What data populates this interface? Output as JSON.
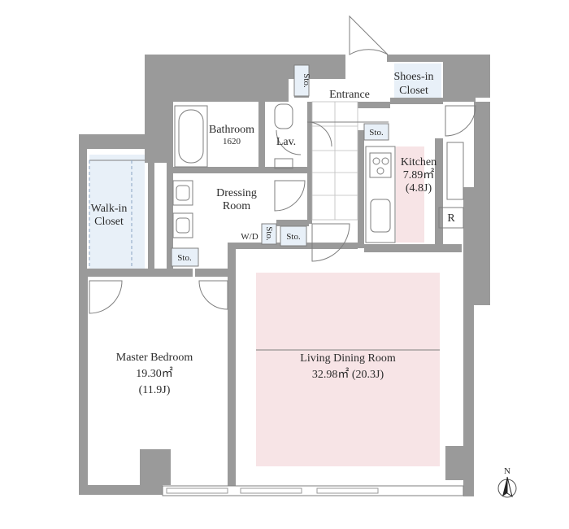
{
  "rooms": {
    "master_bedroom": {
      "name": "Master Bedroom",
      "area": "19.30㎡",
      "jo": "(11.9J)"
    },
    "living_dining": {
      "name": "Living Dining Room",
      "area": "32.98㎡ (20.3J)"
    },
    "kitchen": {
      "name": "Kitchen",
      "area": "7.89㎡",
      "jo": "(4.8J)"
    },
    "bathroom": {
      "name": "Bathroom",
      "size": "1620"
    },
    "dressing": {
      "line1": "Dressing",
      "line2": "Room"
    },
    "walk_in": {
      "line1": "Walk-in",
      "line2": "Closet"
    },
    "shoes_in": {
      "line1": "Shoes-in",
      "line2": "Closet"
    },
    "entrance": "Entrance",
    "lav": "Lav.",
    "wd": "W/D",
    "sto": "Sto.",
    "refrigerator": "R"
  },
  "compass": {
    "label": "N"
  },
  "colors": {
    "wall": "#9a9a9a",
    "living_zone": "#f7e4e6",
    "kitchen_zone": "#f7e4e6",
    "closet_fill": "#e8f0f8"
  }
}
